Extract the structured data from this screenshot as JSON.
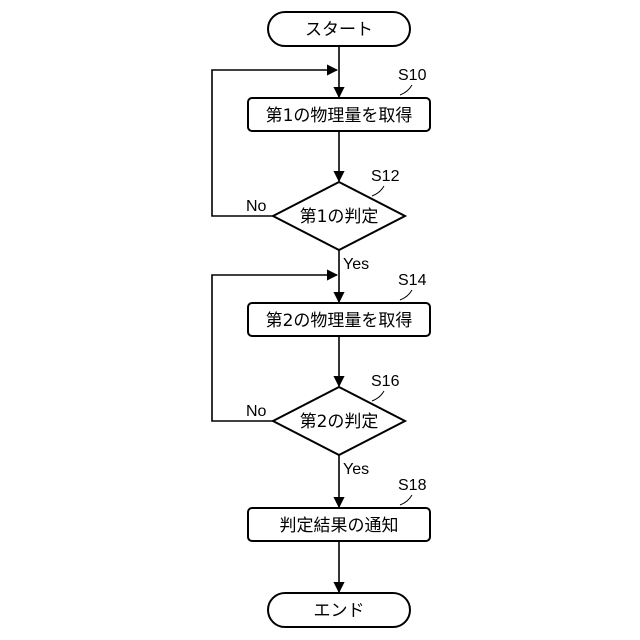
{
  "flowchart": {
    "start": "スタート",
    "step_s10": {
      "ref": "S10",
      "label": "第1の物理量を取得"
    },
    "step_s12": {
      "ref": "S12",
      "label": "第1の判定",
      "no": "No",
      "yes": "Yes"
    },
    "step_s14": {
      "ref": "S14",
      "label": "第2の物理量を取得"
    },
    "step_s16": {
      "ref": "S16",
      "label": "第2の判定",
      "no": "No",
      "yes": "Yes"
    },
    "step_s18": {
      "ref": "S18",
      "label": "判定結果の通知"
    },
    "end": "エンド"
  }
}
